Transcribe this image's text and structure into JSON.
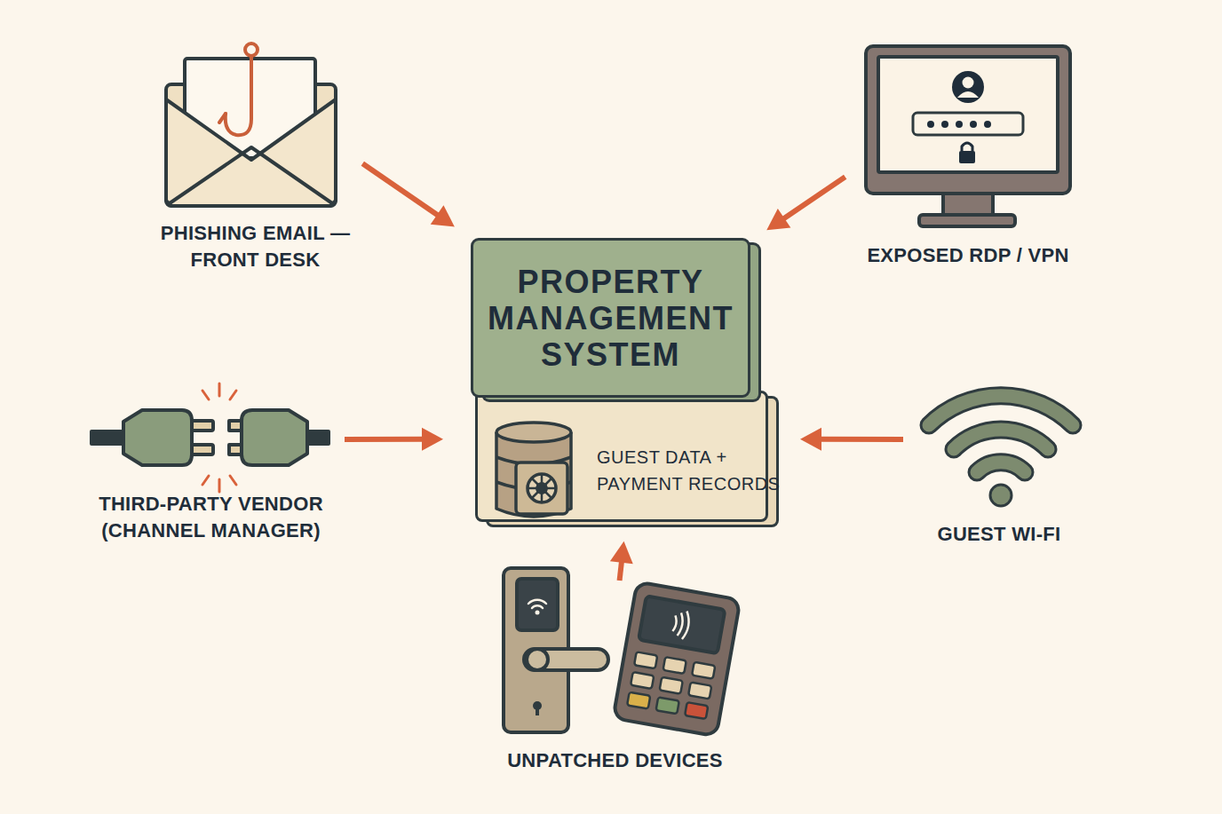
{
  "diagram": {
    "nodes": [
      {
        "text": [
          "PHISHING EMAIL — FRONT DESK"
        ]
      },
      {
        "text": [
          "EXPOSED RDP / VPN"
        ]
      },
      {
        "text": [
          "PROPERTY MANAGEMENT SYSTEM"
        ]
      },
      {
        "text": [
          "THIRD-PARTY VENDOR (CHANNEL MANAGER)"
        ]
      },
      {
        "text": [
          "GUEST DATA + PAYMENT RECORDS"
        ]
      },
      {
        "text": [
          "GUEST WI-FI"
        ]
      },
      {
        "text": [
          "UNPATCHED DEVICES"
        ]
      }
    ],
    "edges": [
      {
        "from": 0,
        "to": 2,
        "arrow": "to"
      },
      {
        "from": 1,
        "to": 2,
        "arrow": "to"
      },
      {
        "from": 3,
        "to": 4,
        "arrow": "to"
      },
      {
        "from": 5,
        "to": 4,
        "arrow": "to"
      },
      {
        "from": 6,
        "to": 4,
        "arrow": "to"
      }
    ]
  }
}
